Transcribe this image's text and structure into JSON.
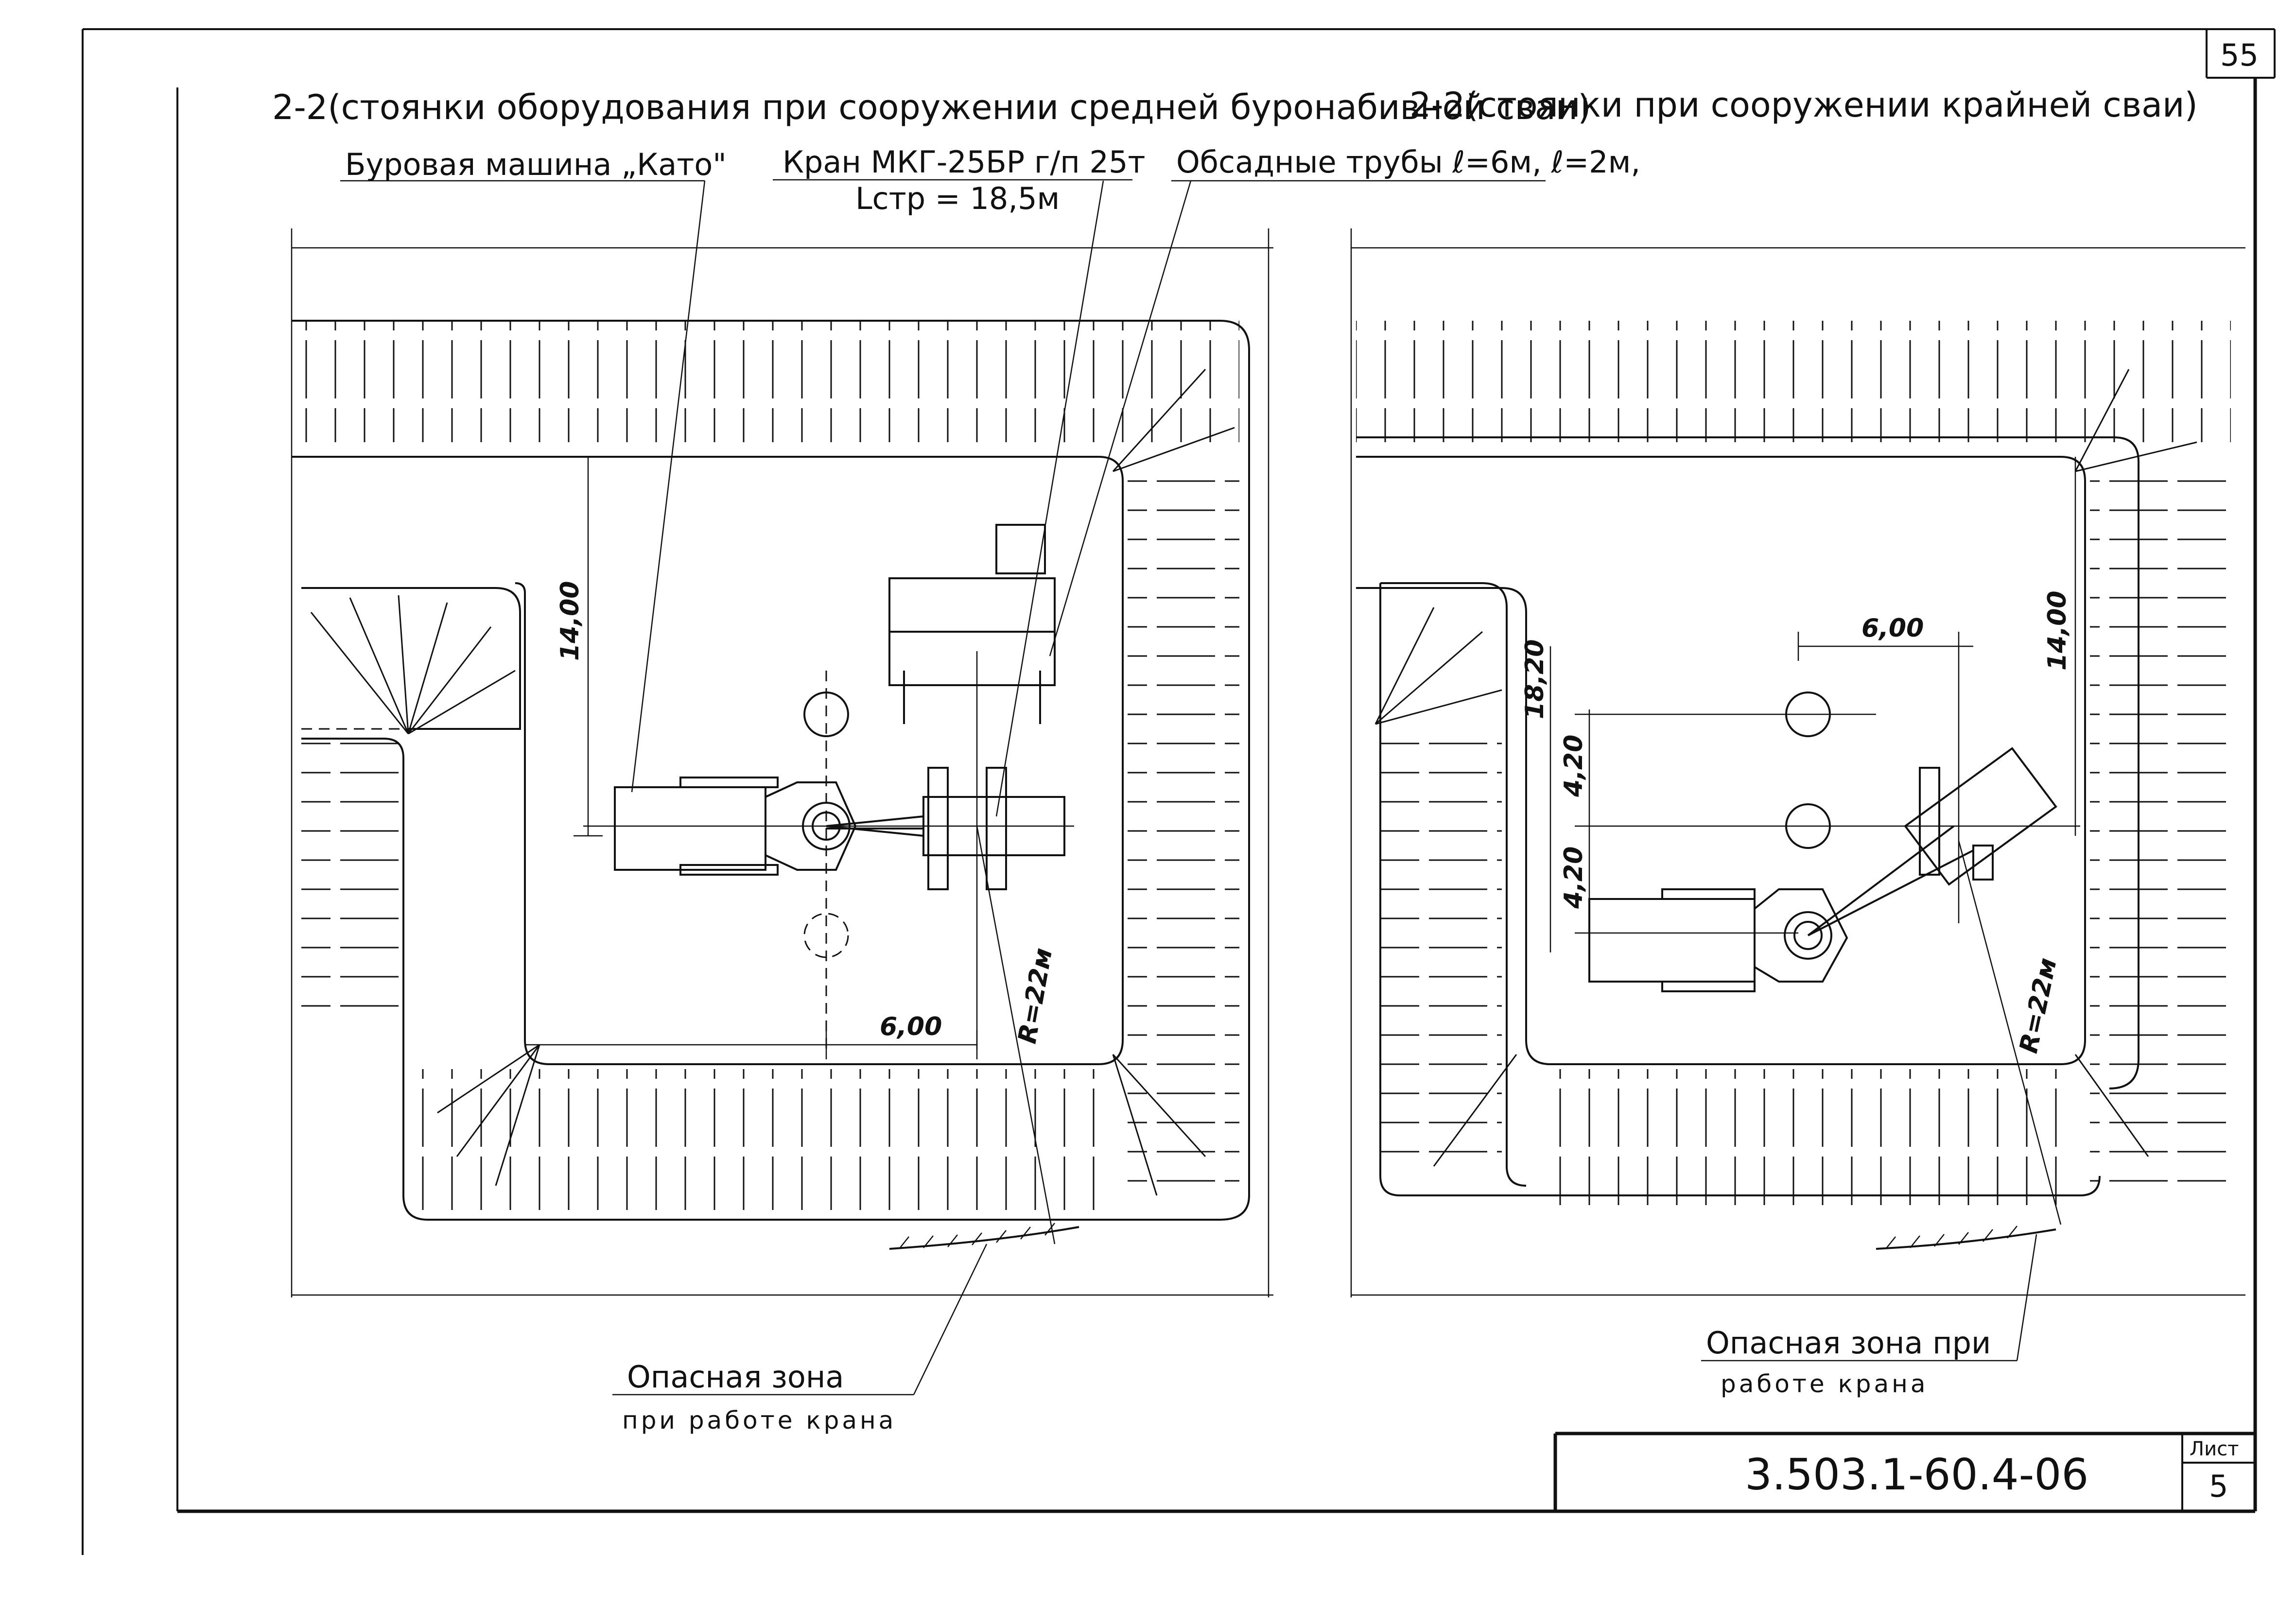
{
  "page_number": "55",
  "left_section": {
    "title": "2-2(стоянки оборудования при сооружении средней буронабивной сваи)",
    "drilling_machine_label": "Буровая машина „Като\"",
    "crane_label": "Кран МКГ-25БР г/п 25т",
    "crane_boom": "Lстр = 18,5м",
    "casing_label": "Обсадные трубы ℓ=6м, ℓ=2м,",
    "dim_vertical": "14,00",
    "dim_horizontal": "6,00",
    "radius": "R=22м",
    "danger_zone_line1": "Опасная зона",
    "danger_zone_line2": "при работе крана"
  },
  "right_section": {
    "title": "2-2(стоянки при сооружении крайней сваи)",
    "dim_horizontal": "6,00",
    "dim_total": "18,20",
    "dim_spacing_top": "4,20",
    "dim_spacing_bottom": "4,20",
    "dim_vertical": "14,00",
    "radius": "R=22м",
    "danger_zone_line1": "Опасная зона при",
    "danger_zone_line2": "работе крана"
  },
  "stamp": {
    "document_code": "3.503.1-60.4-06",
    "sheet_label": "Лист",
    "sheet_number": "5"
  }
}
